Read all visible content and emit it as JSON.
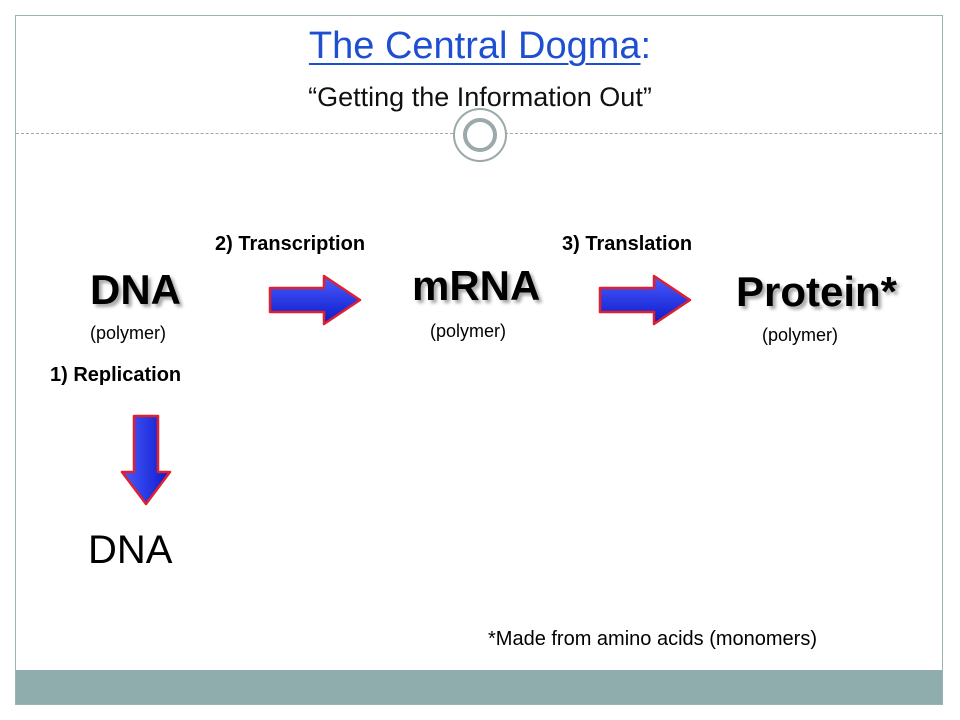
{
  "header": {
    "title": "The Central Dogma",
    "title_colon": ":",
    "subtitle": "“Getting the Information Out”"
  },
  "diagram": {
    "steps": {
      "replication": "1) Replication",
      "transcription": "2) Transcription",
      "translation": "3) Translation"
    },
    "nodes": {
      "dna": {
        "label": "DNA",
        "sublabel": "(polymer)"
      },
      "mrna": {
        "label": "mRNA",
        "sublabel": "(polymer)"
      },
      "protein": {
        "label": "Protein*",
        "sublabel": "(polymer)"
      },
      "dna_copy": {
        "label": "DNA"
      }
    },
    "footnote": "*Made from amino acids (monomers)"
  },
  "colors": {
    "title": "#1f4fd1",
    "arrow_fill": "#1a2ee0",
    "arrow_outline": "#e0202e",
    "footer_bar": "#8fadad"
  },
  "icons": {
    "arrow_right": "right-arrow-icon",
    "arrow_down": "down-arrow-icon"
  }
}
